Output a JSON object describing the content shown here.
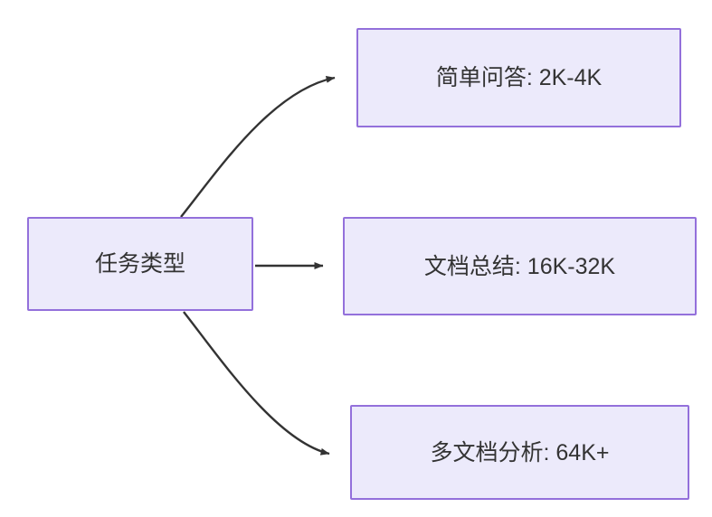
{
  "diagram": {
    "type": "flowchart",
    "direction": "left-to-right",
    "background_color": "#ffffff",
    "node_fill_color": "#ECEAFB",
    "node_border_color": "#9370DB",
    "text_color": "#333333",
    "edge_color": "#333333",
    "root": {
      "id": "root",
      "label": "任务类型"
    },
    "branches": [
      {
        "id": "simple-qa",
        "label": "简单问答: 2K-4K",
        "task": "简单问答",
        "context_length": "2K-4K"
      },
      {
        "id": "doc-summary",
        "label": "文档总结: 16K-32K",
        "task": "文档总结",
        "context_length": "16K-32K"
      },
      {
        "id": "multi-doc",
        "label": "多文档分析: 64K+",
        "task": "多文档分析",
        "context_length": "64K+"
      }
    ],
    "edges": [
      {
        "id": "edge-root-to-simple-qa",
        "from": "root",
        "to": "simple-qa",
        "style": "curved",
        "arrowhead": "solid-triangle"
      },
      {
        "id": "edge-root-to-doc-summary",
        "from": "root",
        "to": "doc-summary",
        "style": "straight",
        "arrowhead": "solid-triangle"
      },
      {
        "id": "edge-root-to-multi-doc",
        "from": "root",
        "to": "multi-doc",
        "style": "curved",
        "arrowhead": "solid-triangle"
      }
    ]
  }
}
